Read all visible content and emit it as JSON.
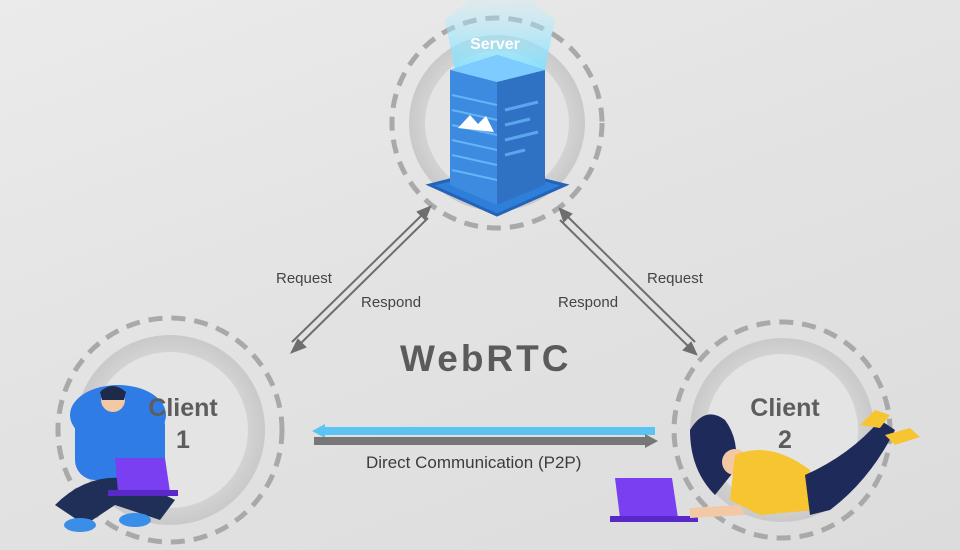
{
  "title": "WebRTC",
  "server": {
    "label": "Server"
  },
  "client1": {
    "line1": "Client",
    "line2": "1"
  },
  "client2": {
    "line1": "Client",
    "line2": "2"
  },
  "links": {
    "left_request": "Request",
    "left_respond": "Respond",
    "right_request": "Request",
    "right_respond": "Respond",
    "p2p": "Direct Communication (P2P)"
  },
  "colors": {
    "server_blue": "#3d8be0",
    "p2p_top": "#5cc4f2",
    "p2p_bottom": "#777777",
    "laptop_purple": "#7b3ff2",
    "ring": "#bdbdbd"
  },
  "icons": [
    "server-tower-icon",
    "laptop-person-icon",
    "laptop-person-lying-icon"
  ]
}
